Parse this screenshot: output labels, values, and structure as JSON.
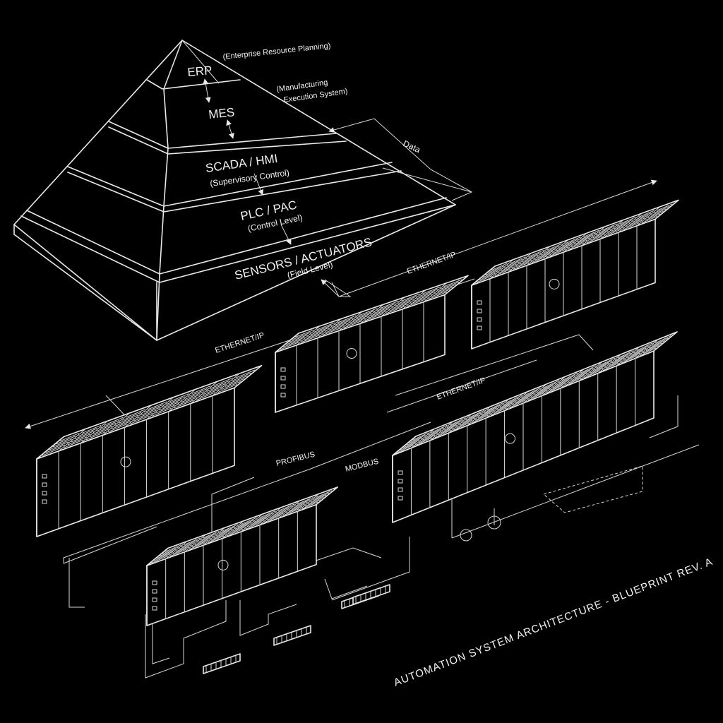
{
  "diagram": {
    "title": "AUTOMATION SYSTEM ARCHITECTURE - BLUEPRINT REV. A",
    "pyramid": {
      "levels": [
        {
          "name": "ERP",
          "note": "(Enterprise Resource Planning)"
        },
        {
          "name": "MES",
          "note_line1": "(Manufacturing",
          "note_line2": "Execution System)"
        },
        {
          "name": "SCADA / HMI",
          "sub": "(Supervisory Control)"
        },
        {
          "name": "PLC / PAC",
          "sub": "(Control Level)"
        },
        {
          "name": "SENSORS / ACTUATORS",
          "sub": "(Field Level)"
        }
      ],
      "data_label": "Data"
    },
    "networks": {
      "ethernet_ip_1": "ETHERNET/IP",
      "ethernet_ip_2": "ETHERNET/IP",
      "ethernet_ip_3": "ETHERNET/IP",
      "profibus": "PROFIBUS",
      "modbus": "MODBUS"
    },
    "colors": {
      "background": "#000000",
      "line": "#e9e9e9"
    }
  }
}
